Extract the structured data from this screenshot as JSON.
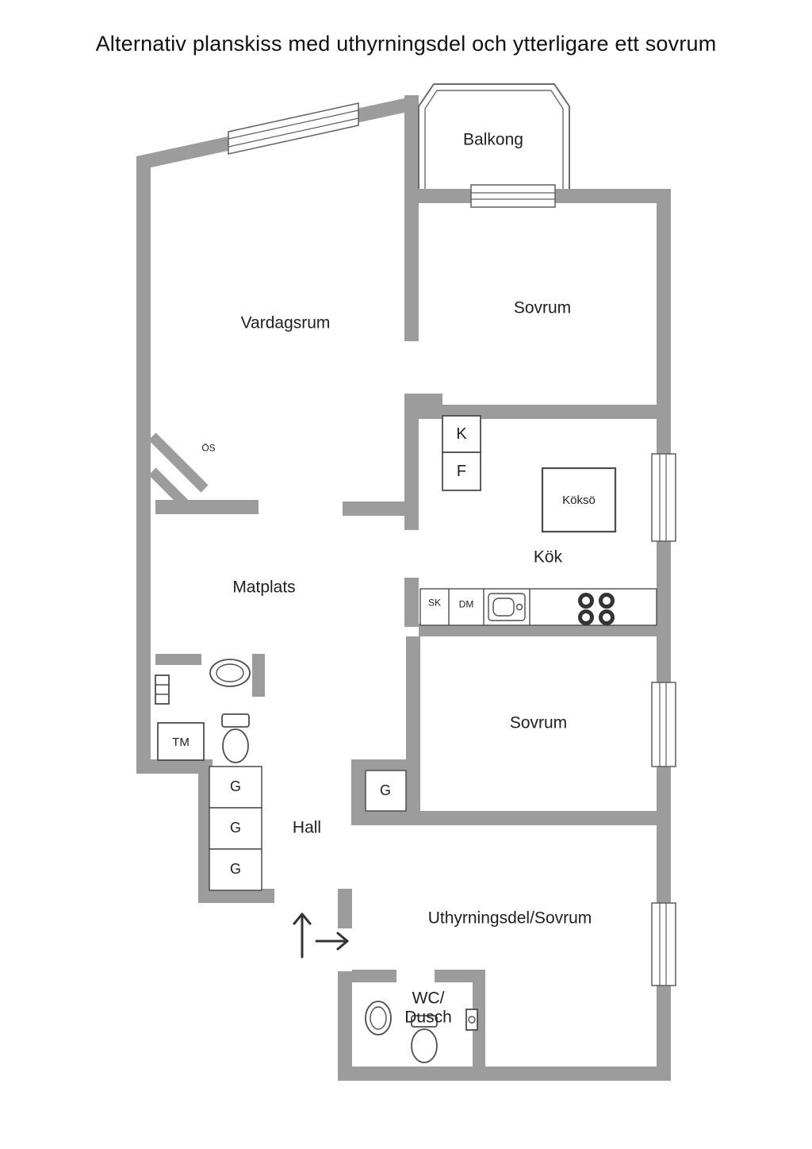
{
  "title": "Alternativ planskiss med uthyrningsdel och ytterligare ett sovrum",
  "rooms": {
    "balkong": "Balkong",
    "vardagsrum": "Vardagsrum",
    "sovrum_top": "Sovrum",
    "kok": "Kök",
    "koksoe": "Köksö",
    "matplats": "Matplats",
    "sovrum_mid": "Sovrum",
    "hall": "Hall",
    "uthyrningsdel": "Uthyrningsdel/Sovrum",
    "wc_line1": "WC/",
    "wc_line2": "Dusch"
  },
  "labels": {
    "oppen_spis": "ÖS",
    "kyl": "K",
    "frys": "F",
    "skafferi": "SK",
    "diskmaskin": "DM",
    "tvattmaskin": "TM",
    "garderob_1": "G",
    "garderob_2": "G",
    "garderob_3": "G",
    "garderob_hall": "G"
  },
  "colors": {
    "wall": "#9c9c9c",
    "fixture_outline": "#4d4d4d",
    "text": "#1f1f1f",
    "background": "#ffffff"
  }
}
